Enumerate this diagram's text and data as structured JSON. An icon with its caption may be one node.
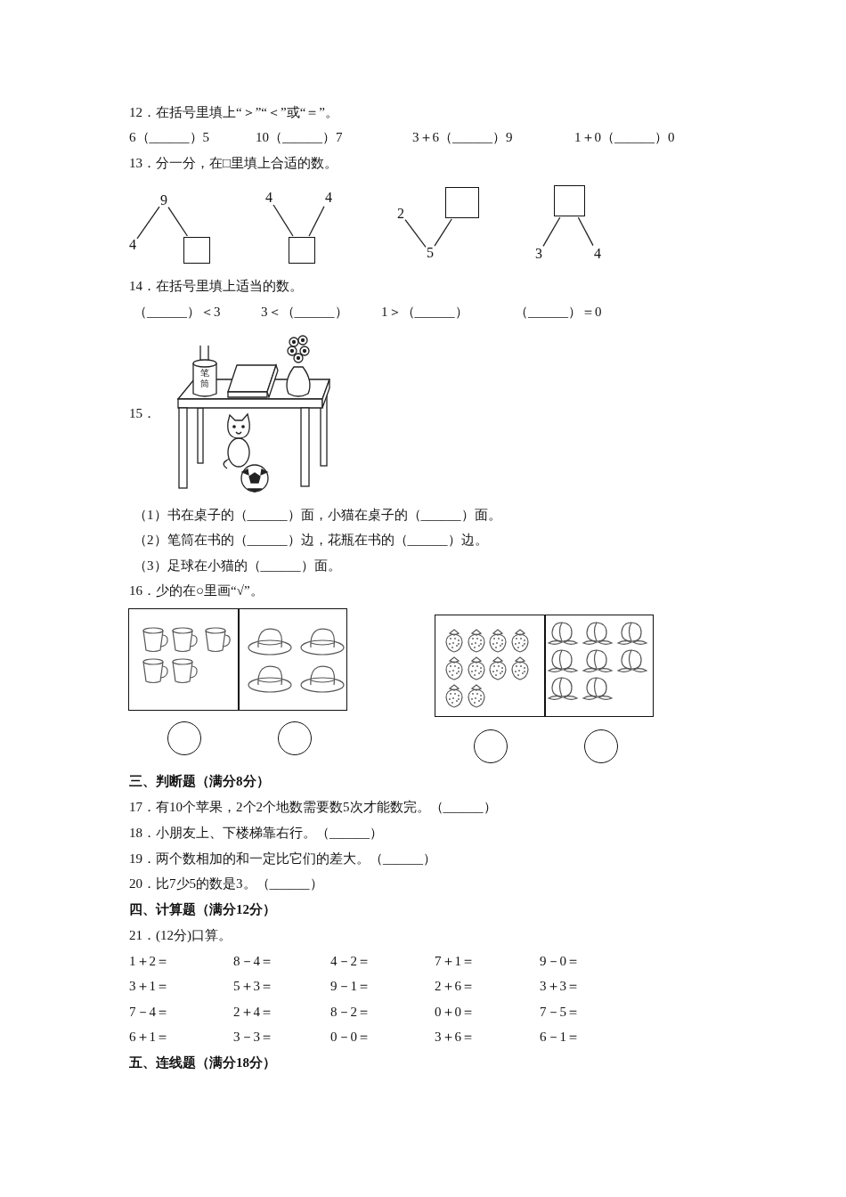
{
  "diagram": {
    "nodes": [
      {
        "text": [
          "9"
        ]
      },
      {
        "text": [
          "4"
        ]
      },
      {
        "text": [],
        "shape": "box"
      },
      {
        "text": [
          "4"
        ]
      },
      {
        "text": [
          "4"
        ]
      },
      {
        "text": [],
        "shape": "box"
      },
      {
        "text": [
          "2"
        ]
      },
      {
        "text": [],
        "shape": "box"
      },
      {
        "text": [
          "5"
        ]
      },
      {
        "text": [],
        "shape": "box"
      },
      {
        "text": [
          "3"
        ]
      },
      {
        "text": [
          "4"
        ]
      }
    ],
    "edges": [
      {
        "from": 0,
        "to": 1,
        "arrow": "none"
      },
      {
        "from": 0,
        "to": 2,
        "arrow": "none"
      },
      {
        "from": 3,
        "to": 5,
        "arrow": "none"
      },
      {
        "from": 4,
        "to": 5,
        "arrow": "none"
      },
      {
        "from": 6,
        "to": 8,
        "arrow": "none"
      },
      {
        "from": 8,
        "to": 7,
        "arrow": "none"
      },
      {
        "from": 9,
        "to": 10,
        "arrow": "none"
      },
      {
        "from": 9,
        "to": 11,
        "arrow": "none"
      }
    ],
    "labels": [
      "12．在括号里填上“＞”“＜”或“＝”。",
      "6（______）5",
      "10（______）7",
      "3＋6（______）9",
      "1＋0（______）0",
      "13．分一分，在□里填上合适的数。",
      "14．在括号里填上适当的数。",
      "（______）＜3",
      "3＜（______）",
      "1＞（______）",
      "（______）＝0",
      "15．",
      "笔筒",
      "（1）书在桌子的（______）面，小猫在桌子的（______）面。",
      "（2）笔筒在书的（______）边，花瓶在书的（______）边。",
      "（3）足球在小猫的（______）面。",
      "16．少的在○里画“√”。",
      "三、判断题（满分8分）",
      "17．有10个苹果，2个2个地数需要数5次才能数完。（______）",
      "18．小朋友上、下楼梯靠右行。（______）",
      "19．两个数相加的和一定比它们的差大。（______）",
      "20．比7少5的数是3。（______）",
      "四、计算题（满分12分）",
      "21．(12分)口算。",
      "1＋2＝",
      "8－4＝",
      "4－2＝",
      "7＋1＝",
      "9－0＝",
      "3＋1＝",
      "5＋3＝",
      "9－1＝",
      "2＋6＝",
      "3＋3＝",
      "7－4＝",
      "2＋4＝",
      "8－2＝",
      "0＋0＝",
      "7－5＝",
      "6＋1＝",
      "3－3＝",
      "0－0＝",
      "3＋6＝",
      "6－1＝",
      "五、连线题（满分18分）"
    ]
  }
}
